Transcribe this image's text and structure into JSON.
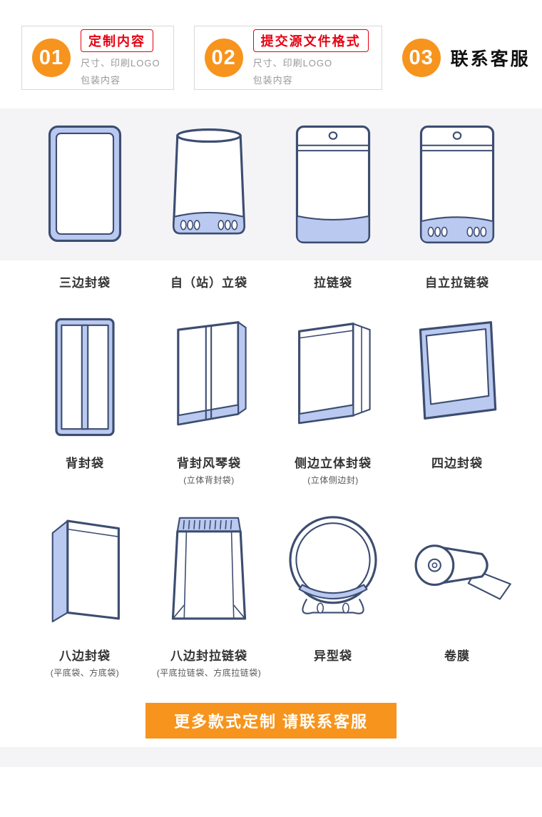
{
  "colors": {
    "orange": "#f7941d",
    "red": "#e60012",
    "bag_outline": "#3d4d71",
    "bag_fill": "#b9c9f0",
    "band_background": "#f4f4f6"
  },
  "steps": [
    {
      "number": "01",
      "title": "定制内容",
      "line1": "尺寸、印刷LOGO",
      "line2": "包装内容"
    },
    {
      "number": "02",
      "title": "提交源文件格式",
      "line1": "尺寸、印刷LOGO",
      "line2": "包装内容"
    },
    {
      "number": "03",
      "title": "联系客服"
    }
  ],
  "bags": {
    "row1": [
      {
        "label": "三边封袋",
        "icon": "three-side-seal-bag"
      },
      {
        "label": "自（站）立袋",
        "icon": "stand-up-bag"
      },
      {
        "label": "拉链袋",
        "icon": "zipper-bag"
      },
      {
        "label": "自立拉链袋",
        "icon": "stand-up-zipper-bag"
      }
    ],
    "row2": [
      {
        "label": "背封袋",
        "icon": "back-seal-bag"
      },
      {
        "label": "背封风琴袋",
        "sublabel": "(立体背封袋)",
        "icon": "back-seal-gusset-bag"
      },
      {
        "label": "侧边立体封袋",
        "sublabel": "(立体侧边封)",
        "icon": "side-gusset-bag"
      },
      {
        "label": "四边封袋",
        "icon": "four-side-seal-bag"
      }
    ],
    "row3": [
      {
        "label": "八边封袋",
        "sublabel": "(平底袋、方底袋)",
        "icon": "eight-side-seal-bag"
      },
      {
        "label": "八边封拉链袋",
        "sublabel": "(平底拉链袋、方底拉链袋)",
        "icon": "eight-side-zipper-bag"
      },
      {
        "label": "异型袋",
        "icon": "shaped-bag"
      },
      {
        "label": "卷膜",
        "icon": "roll-film"
      }
    ]
  },
  "cta": {
    "label": "更多款式定制 请联系客服"
  }
}
